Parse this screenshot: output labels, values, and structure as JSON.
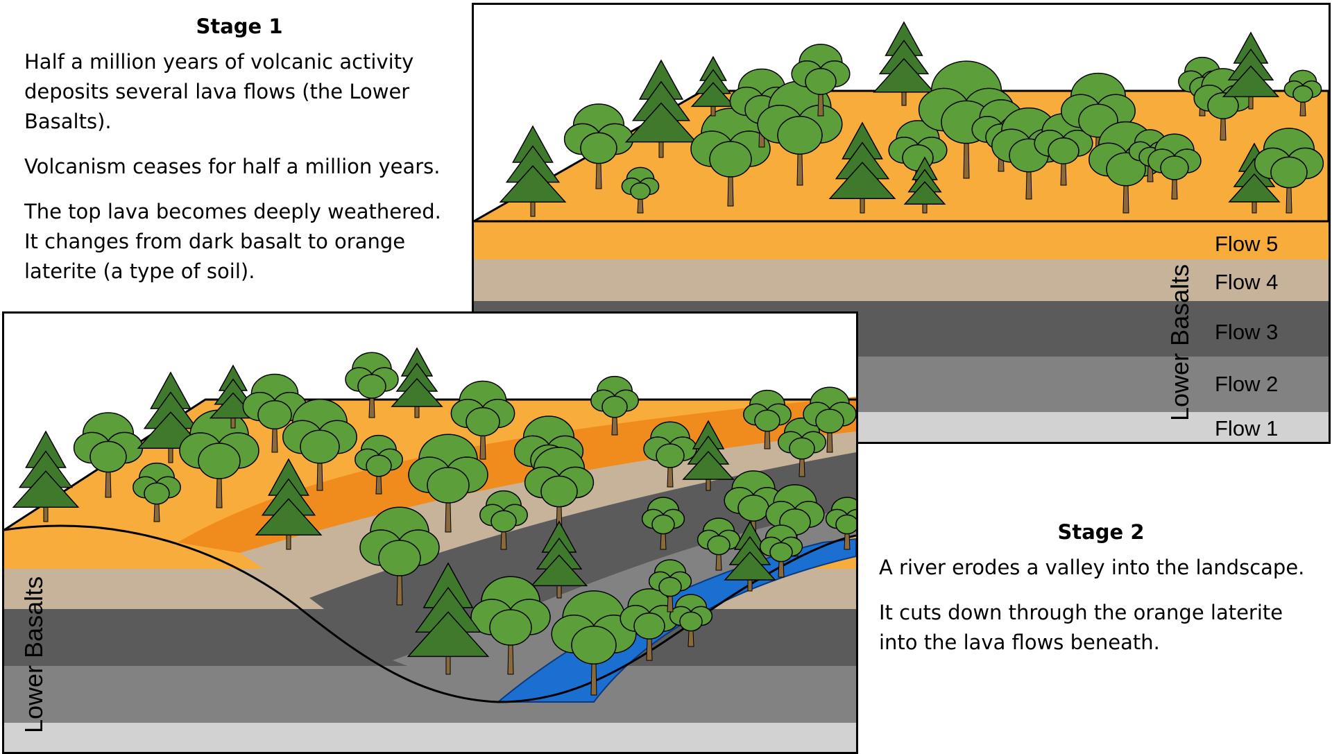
{
  "stage1": {
    "heading": "Stage 1",
    "paragraphs": [
      "Half a million years of volcanic activity deposits several lava flows (the Lower Basalts).",
      "Volcanism ceases for half a million years.",
      "The top lava becomes deeply weathered. It changes from dark basalt to orange laterite (a type of soil)."
    ],
    "flows": [
      "Flow 5",
      "Flow 4",
      "Flow 3",
      "Flow 2",
      "Flow 1"
    ],
    "basalt_label": "Lower Basalts"
  },
  "stage2": {
    "heading": "Stage 2",
    "paragraphs": [
      "A river erodes a valley into the landscape.",
      "It cuts down through the orange laterite into the lava flows beneath."
    ],
    "basalt_label": "Lower Basalts"
  },
  "colors": {
    "laterite": "#f8ac3b",
    "laterite_dark": "#f08c1e",
    "flow4": "#c6b39a",
    "flow3": "#5b5b5b",
    "flow2": "#828282",
    "flow1": "#d2d2d2",
    "river": "#1a6fd1",
    "tree_leaf": "#5c9e3a",
    "pine_leaf": "#3f7a2c",
    "trunk": "#8a6a3a"
  }
}
